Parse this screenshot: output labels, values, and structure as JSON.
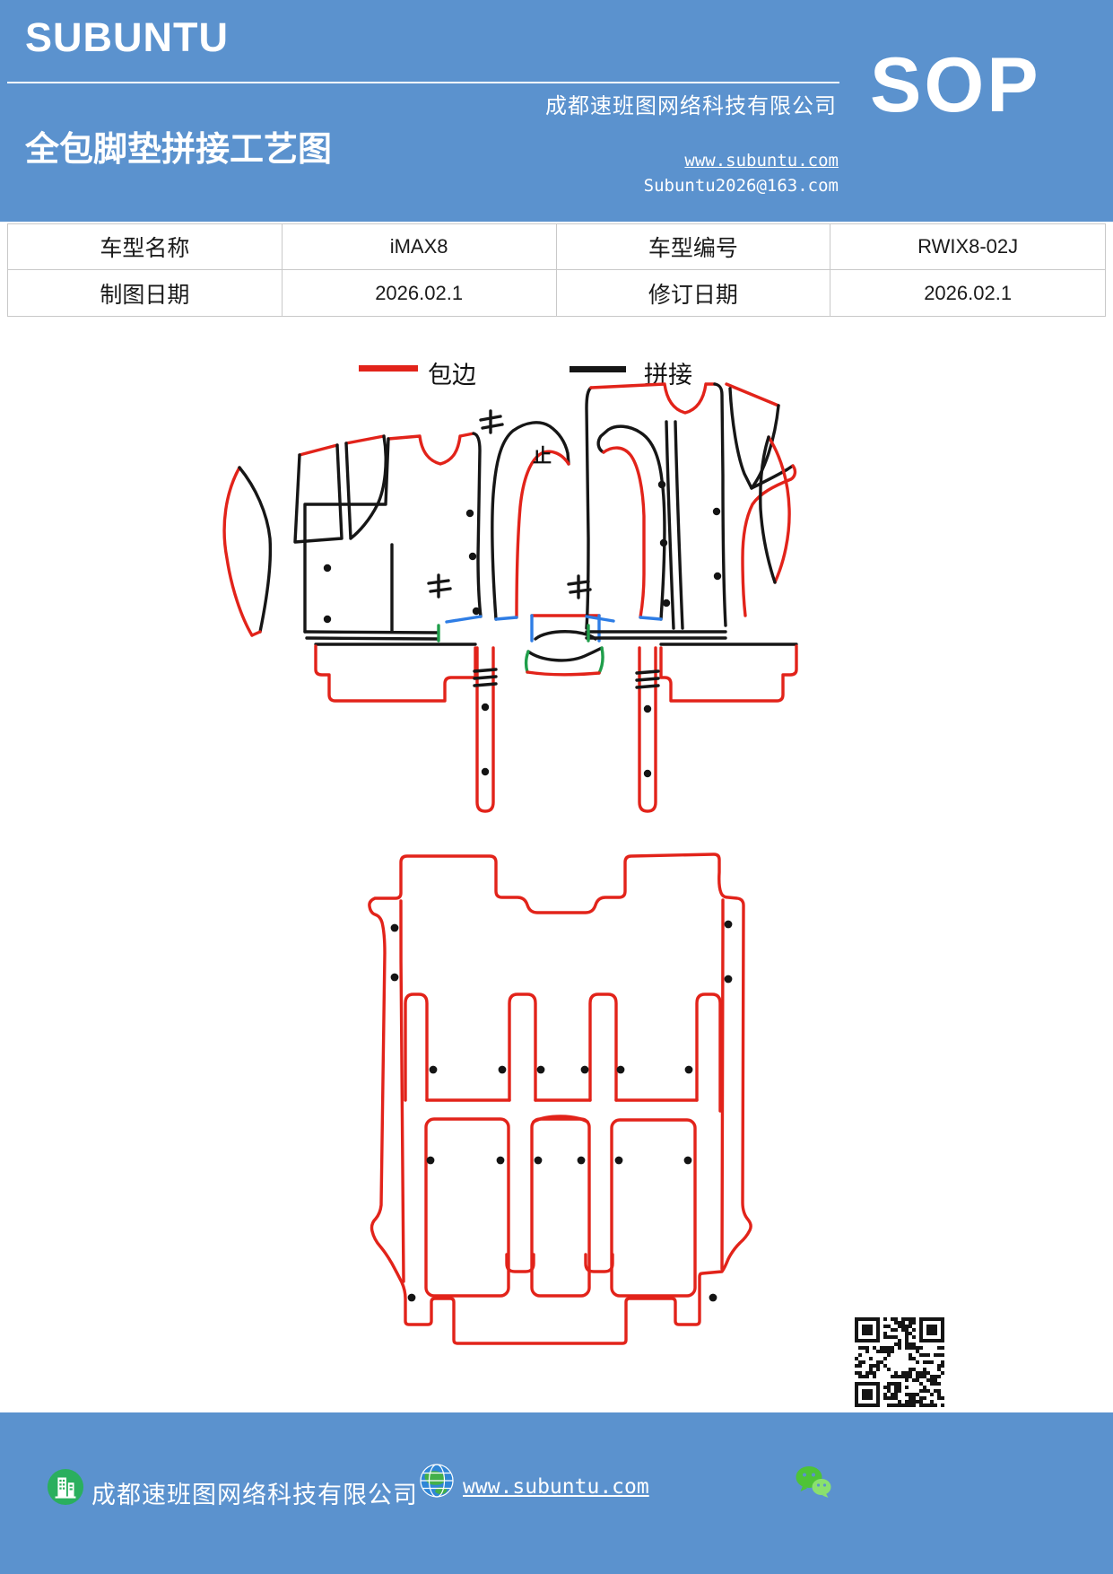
{
  "header": {
    "logo": "SUBUNTU",
    "title": "全包脚垫拼接工艺图",
    "company": "成都速班图网络科技有限公司",
    "website": "www.subuntu.com",
    "email": "Subuntu2026@163.com",
    "badge": "SOP"
  },
  "info_table": {
    "model_name_label": "车型名称",
    "model_name_value": "iMAX8",
    "model_code_label": "车型编号",
    "model_code_value": "RWIX8-02J",
    "draw_date_label": "制图日期",
    "draw_date_value": "2026.02.1",
    "revise_date_label": "修订日期",
    "revise_date_value": "2026.02.1"
  },
  "legend": {
    "edge_label": "包边",
    "splice_label": "拼接"
  },
  "diagram": {
    "stop_mark": "止",
    "colors": {
      "edge_red": "#e2231a",
      "splice_black": "#161616",
      "connector_blue": "#2e7de5",
      "connector_green": "#1f9e4a"
    }
  },
  "footer": {
    "company": "成都速班图网络科技有限公司",
    "website": "www.subuntu.com"
  },
  "theme": {
    "header_blue": "#5b92ce",
    "table_border": "#c9c9c9"
  }
}
